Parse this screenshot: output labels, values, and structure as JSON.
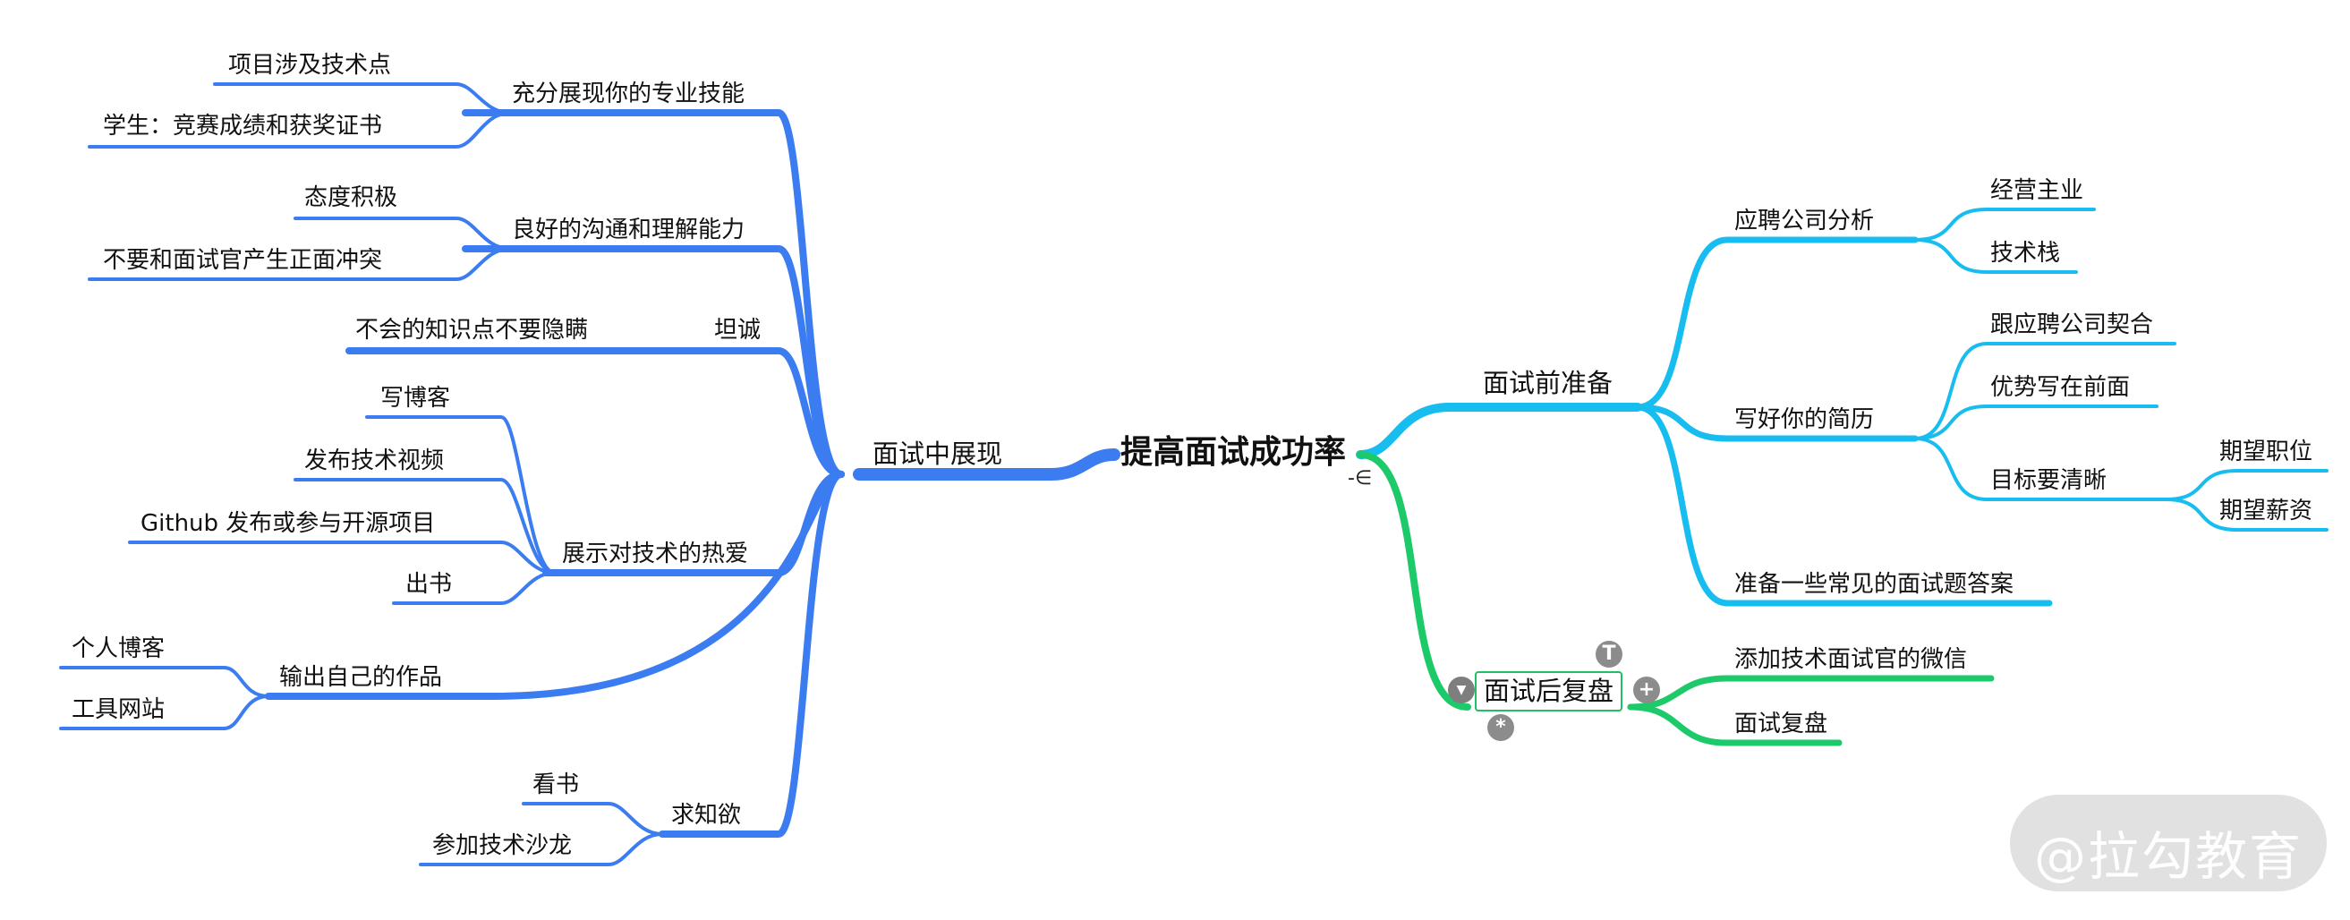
{
  "colors": {
    "left_branch": "#3b7df0",
    "right_branch": "#18bdf0",
    "green_branch": "#1dca6a",
    "watermark_bg": "#c8c8c8"
  },
  "root": {
    "label": "提高面试成功率",
    "marker": "-∈"
  },
  "left": {
    "label": "面试中展现",
    "children": [
      {
        "label": "充分展现你的专业技能",
        "children": [
          "项目涉及技术点",
          "学生：竞赛成绩和获奖证书"
        ]
      },
      {
        "label": "良好的沟通和理解能力",
        "children": [
          "态度积极",
          "不要和面试官产生正面冲突"
        ]
      },
      {
        "label": "坦诚",
        "children": [
          "不会的知识点不要隐瞒"
        ]
      },
      {
        "label": "展示对技术的热爱",
        "children": [
          "写博客",
          "发布技术视频",
          "Github 发布或参与开源项目",
          "出书"
        ]
      },
      {
        "label": "输出自己的作品",
        "children": [
          "个人博客",
          "工具网站"
        ]
      },
      {
        "label": "求知欲",
        "children": [
          "看书",
          "参加技术沙龙"
        ]
      }
    ]
  },
  "right_before": {
    "label": "面试前准备",
    "children": [
      {
        "label": "应聘公司分析",
        "children": [
          "经营主业",
          "技术栈"
        ]
      },
      {
        "label": "写好你的简历",
        "children": [
          "跟应聘公司契合",
          "优势写在前面",
          "目标要清晰"
        ],
        "sub": [
          "期望职位",
          "期望薪资"
        ]
      },
      {
        "label": "准备一些常见的面试题答案",
        "children": []
      }
    ]
  },
  "right_after": {
    "label": "面试后复盘",
    "children": [
      "添加技术面试官的微信",
      "面试复盘"
    ]
  },
  "controls": {
    "top_icon": "T",
    "plus_icon": "+",
    "star_icon": "*",
    "collapse_icon": "▼"
  },
  "watermark": "@拉勾教育"
}
